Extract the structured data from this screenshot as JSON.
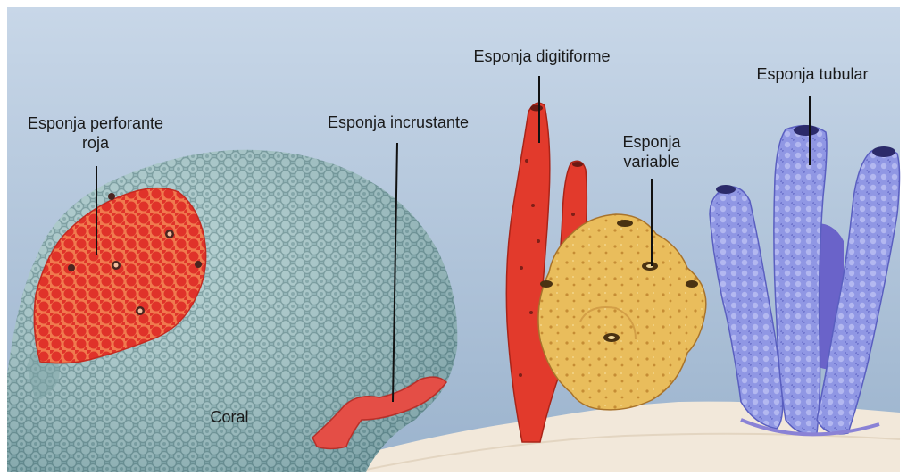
{
  "labels": {
    "perforante_line1": "Esponja perforante",
    "perforante_line2": "roja",
    "incrustante": "Esponja incrustante",
    "digitiforme": "Esponja digitiforme",
    "variable_line1": "Esponja",
    "variable_line2": "variable",
    "tubular": "Esponja tubular",
    "coral": "Coral"
  },
  "colors": {
    "water_top": "#c3d3e6",
    "water_bottom": "#9fb6cf",
    "coral": "#8fb5b7",
    "red_sponge": "#e23a2c",
    "yellow_sponge": "#e6b856",
    "blue_sponge": "#8f96e3",
    "sand": "#f1e7d8"
  }
}
